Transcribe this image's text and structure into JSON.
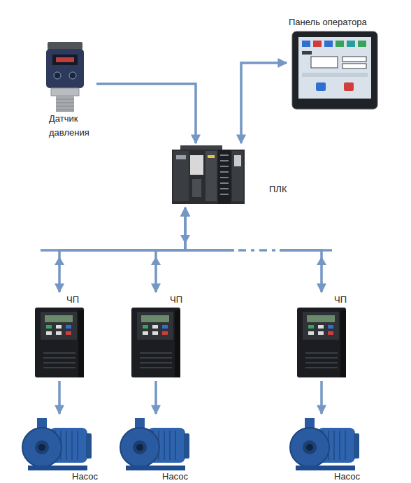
{
  "diagram": {
    "nodes": [
      {
        "text": [
          "Датчик давления"
        ]
      },
      {
        "text": [
          "Панель оператора"
        ]
      },
      {
        "text": [
          "ПЛК"
        ]
      },
      {
        "text": [
          "ЧП"
        ]
      },
      {
        "text": [
          "ЧП"
        ]
      },
      {
        "text": [
          "ЧП"
        ]
      },
      {
        "text": [
          "Насос"
        ]
      },
      {
        "text": [
          "Насос"
        ]
      },
      {
        "text": [
          "Насос"
        ]
      }
    ],
    "edges": [
      {
        "from": 0,
        "to": 2,
        "arrow": "to"
      },
      {
        "from": 2,
        "to": 1,
        "arrow": "both"
      },
      {
        "from": 2,
        "to": 3,
        "arrow": "both"
      },
      {
        "from": 2,
        "to": 4,
        "arrow": "both"
      },
      {
        "from": 2,
        "to": 5,
        "arrow": "both"
      },
      {
        "from": 3,
        "to": 6,
        "arrow": "to"
      },
      {
        "from": 4,
        "to": 7,
        "arrow": "to"
      },
      {
        "from": 5,
        "to": 8,
        "arrow": "to"
      }
    ]
  }
}
